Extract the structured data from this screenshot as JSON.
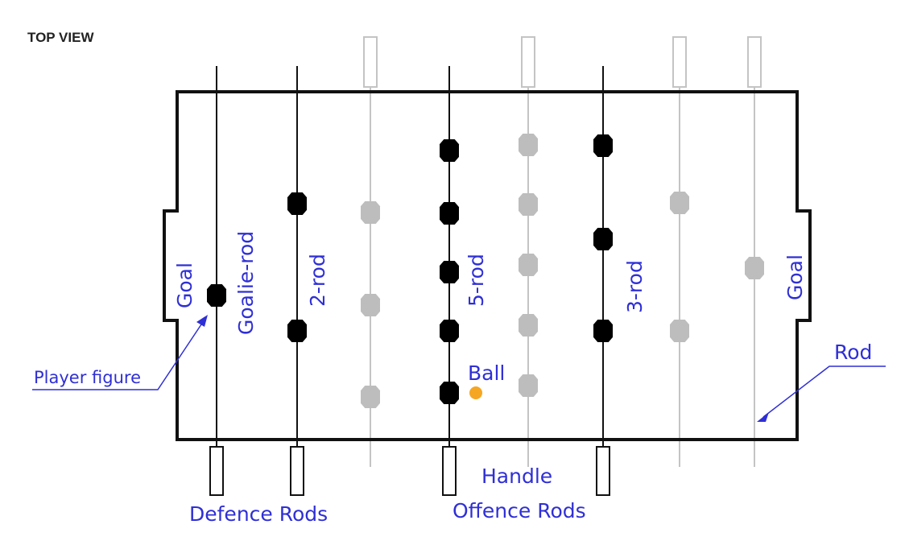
{
  "title": "TOP VIEW",
  "labels": {
    "goal_left": "Goal",
    "goal_right": "Goal",
    "goalie_rod": "Goalie-rod",
    "two_rod": "2-rod",
    "five_rod": "5-rod",
    "three_rod": "3-rod",
    "ball": "Ball",
    "player_figure": "Player figure",
    "rod": "Rod",
    "handle": "Handle",
    "defence_rods": "Defence Rods",
    "offence_rods": "Offence Rods"
  },
  "colors": {
    "outline": "#111111",
    "dark_team": "#000000",
    "light_team": "#bdbdbd",
    "label": "#2f2fd6",
    "ball": "#f5a623",
    "title": "#222222"
  }
}
